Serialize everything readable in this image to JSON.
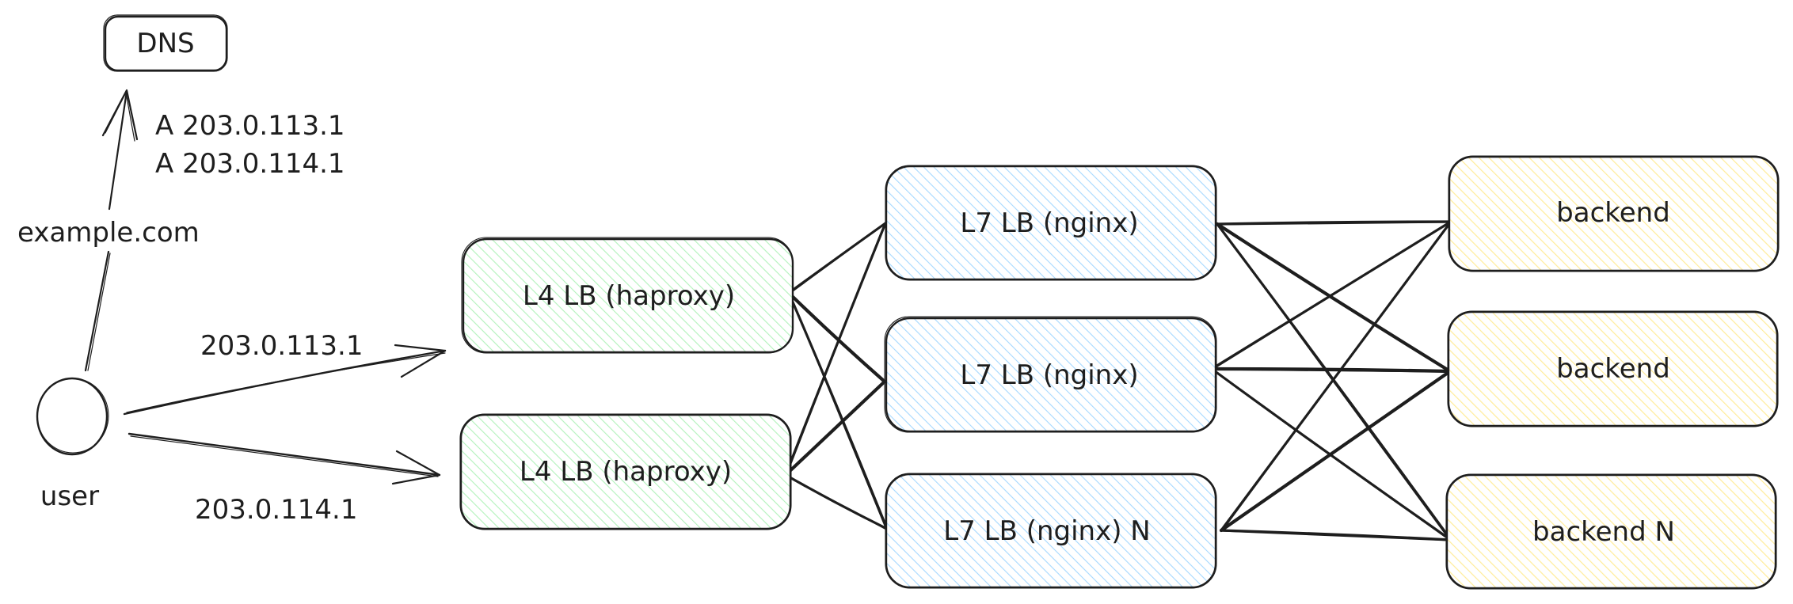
{
  "diagram": {
    "type": "network-architecture",
    "colors": {
      "stroke": "#1e1e1e",
      "l4_fill": "#b2f2bb",
      "l7_fill": "#a5d8ff",
      "backend_fill": "#ffec99",
      "background": "#ffffff"
    },
    "nodes": [
      {
        "id": "dns",
        "label": "DNS",
        "kind": "service",
        "fill": "none"
      },
      {
        "id": "user",
        "label": "user",
        "kind": "client",
        "shape": "circle"
      },
      {
        "id": "l4-1",
        "label": "L4 LB (haproxy)",
        "kind": "l4",
        "fill": "green-hatch"
      },
      {
        "id": "l4-2",
        "label": "L4 LB (haproxy)",
        "kind": "l4",
        "fill": "green-hatch"
      },
      {
        "id": "l7-1",
        "label": "L7 LB (nginx)",
        "kind": "l7",
        "fill": "blue-hatch"
      },
      {
        "id": "l7-2",
        "label": "L7 LB (nginx)",
        "kind": "l7",
        "fill": "blue-hatch"
      },
      {
        "id": "l7-3",
        "label": "L7 LB (nginx) N",
        "kind": "l7",
        "fill": "blue-hatch"
      },
      {
        "id": "be-1",
        "label": "backend",
        "kind": "backend",
        "fill": "yellow-hatch"
      },
      {
        "id": "be-2",
        "label": "backend",
        "kind": "backend",
        "fill": "yellow-hatch"
      },
      {
        "id": "be-3",
        "label": "backend N",
        "kind": "backend",
        "fill": "yellow-hatch"
      }
    ],
    "annotations": {
      "dns_query": "example.com",
      "dns_records": [
        "A 203.0.113.1",
        "A 203.0.114.1"
      ],
      "user_to_l4_1": "203.0.113.1",
      "user_to_l4_2": "203.0.114.1"
    },
    "edges": [
      {
        "from": "user",
        "to": "dns",
        "label": "example.com",
        "arrow": true
      },
      {
        "from": "user",
        "to": "l4-1",
        "label": "203.0.113.1",
        "arrow": true
      },
      {
        "from": "user",
        "to": "l4-2",
        "label": "203.0.114.1",
        "arrow": true
      },
      {
        "from": "l4-1",
        "to": "l7-1"
      },
      {
        "from": "l4-1",
        "to": "l7-2"
      },
      {
        "from": "l4-1",
        "to": "l7-3"
      },
      {
        "from": "l4-2",
        "to": "l7-1"
      },
      {
        "from": "l4-2",
        "to": "l7-2"
      },
      {
        "from": "l4-2",
        "to": "l7-3"
      },
      {
        "from": "l7-1",
        "to": "be-1"
      },
      {
        "from": "l7-1",
        "to": "be-2"
      },
      {
        "from": "l7-1",
        "to": "be-3"
      },
      {
        "from": "l7-2",
        "to": "be-1"
      },
      {
        "from": "l7-2",
        "to": "be-2"
      },
      {
        "from": "l7-2",
        "to": "be-3"
      },
      {
        "from": "l7-3",
        "to": "be-1"
      },
      {
        "from": "l7-3",
        "to": "be-2"
      },
      {
        "from": "l7-3",
        "to": "be-3"
      }
    ]
  }
}
